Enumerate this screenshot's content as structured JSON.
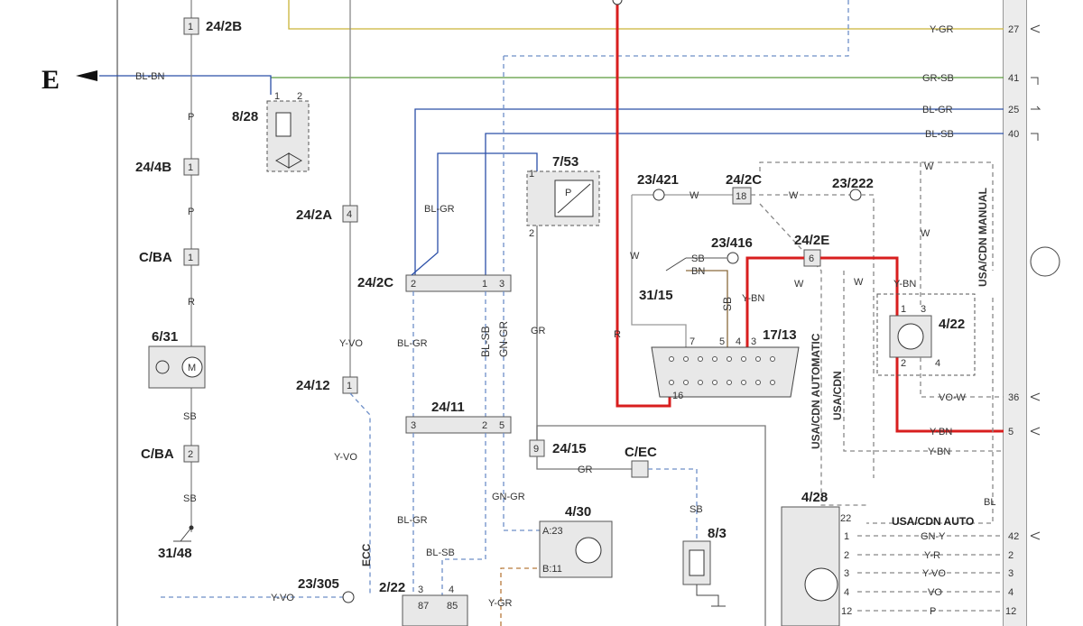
{
  "refs": {
    "e": "E",
    "c_24_2b": "24/2B",
    "c_8_28": "8/28",
    "c_24_4b": "24/4B",
    "c_24_2a": "24/2A",
    "c_cba_1": "C/BA",
    "c_cba_2": "C/BA",
    "c_6_31": "6/31",
    "c_31_48": "31/48",
    "c_24_12": "24/12",
    "c_24_2c_left": "24/2C",
    "c_24_11": "24/11",
    "c_7_53": "7/53",
    "c_24_15": "24/15",
    "c_c_ec": "C/EC",
    "c_4_30": "4/30",
    "c_8_3": "8/3",
    "c_23_305": "23/305",
    "c_2_22": "2/22",
    "c_23_421": "23/421",
    "c_24_2c_right": "24/2C",
    "c_23_222": "23/222",
    "c_23_416": "23/416",
    "c_31_15": "31/15",
    "c_24_2e": "24/2E",
    "c_17_13": "17/13",
    "c_4_22": "4/22",
    "c_4_28": "4/28",
    "ecc": "ECC"
  },
  "pins": {
    "p1": "1",
    "p2": "2",
    "p3": "3",
    "p4": "4",
    "p5": "5",
    "p6": "6",
    "p7": "7",
    "p9": "9",
    "p12": "12",
    "p16": "16",
    "p18": "18",
    "p22": "22",
    "p25": "25",
    "p27": "27",
    "p36": "36",
    "p40": "40",
    "p41": "41",
    "p42": "42",
    "a23": "A:23",
    "b11": "B:11",
    "p87": "87",
    "p85": "85",
    "motor_m": "M",
    "sensor_p": "P"
  },
  "wires": {
    "y_gr": "Y-GR",
    "bl_bn": "BL-BN",
    "gr_sb": "GR-SB",
    "bl_gr": "BL-GR",
    "bl_sb": "BL-SB",
    "p": "P",
    "r": "R",
    "sb": "SB",
    "y_vo": "Y-VO",
    "gn_gr": "GN-GR",
    "gr": "GR",
    "w": "W",
    "bn": "BN",
    "y_bn": "Y-BN",
    "vo_w": "VO-W",
    "bl": "BL",
    "gn_y": "GN-Y",
    "y_r": "Y-R",
    "vo": "VO",
    "y_gr2": "Y-GR"
  },
  "variants": {
    "usa_cdn_manual": "USA/CDN MANUAL",
    "usa_cdn_automatic": "USA/CDN AUTOMATIC",
    "usa_cdn": "USA/CDN",
    "usa_cdn_auto": "USA/CDN AUTO"
  },
  "colors": {
    "highlight": "#d81e1e",
    "blue_wire": "#2b4fa8",
    "green_wire": "#5a9a3c",
    "yellow_wire": "#c9b437",
    "gray_wire": "#777777",
    "dash_blue": "#6e8fc8"
  }
}
